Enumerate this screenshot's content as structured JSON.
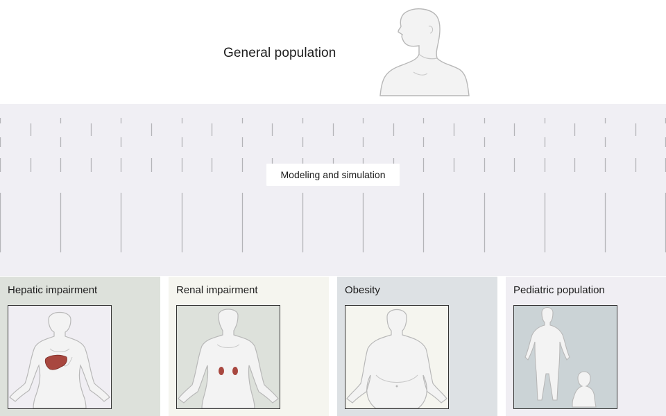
{
  "header": {
    "title": "General population"
  },
  "band": {
    "label": "Modeling and simulation"
  },
  "panels": [
    {
      "title": "Hepatic impairment",
      "icon": "liver-icon",
      "background": "#dde1db",
      "frame_background": "#f0eef3"
    },
    {
      "title": "Renal impairment",
      "icon": "kidney-icon",
      "background": "#f5f5ef",
      "frame_background": "#dde1db"
    },
    {
      "title": "Obesity",
      "icon": "obese-body-icon",
      "background": "#dde1e4",
      "frame_background": "#f5f5ef"
    },
    {
      "title": "Pediatric  population",
      "icon": "child-and-infant-icon",
      "background": "#f0eef3",
      "frame_background": "#cbd3d6"
    }
  ],
  "colors": {
    "band_background": "#f0eff4",
    "organ_red": "#a8473f",
    "tick_gray": "#b4b4b8",
    "body_fill": "#f3f3f3",
    "body_stroke": "#b8b8b8"
  }
}
